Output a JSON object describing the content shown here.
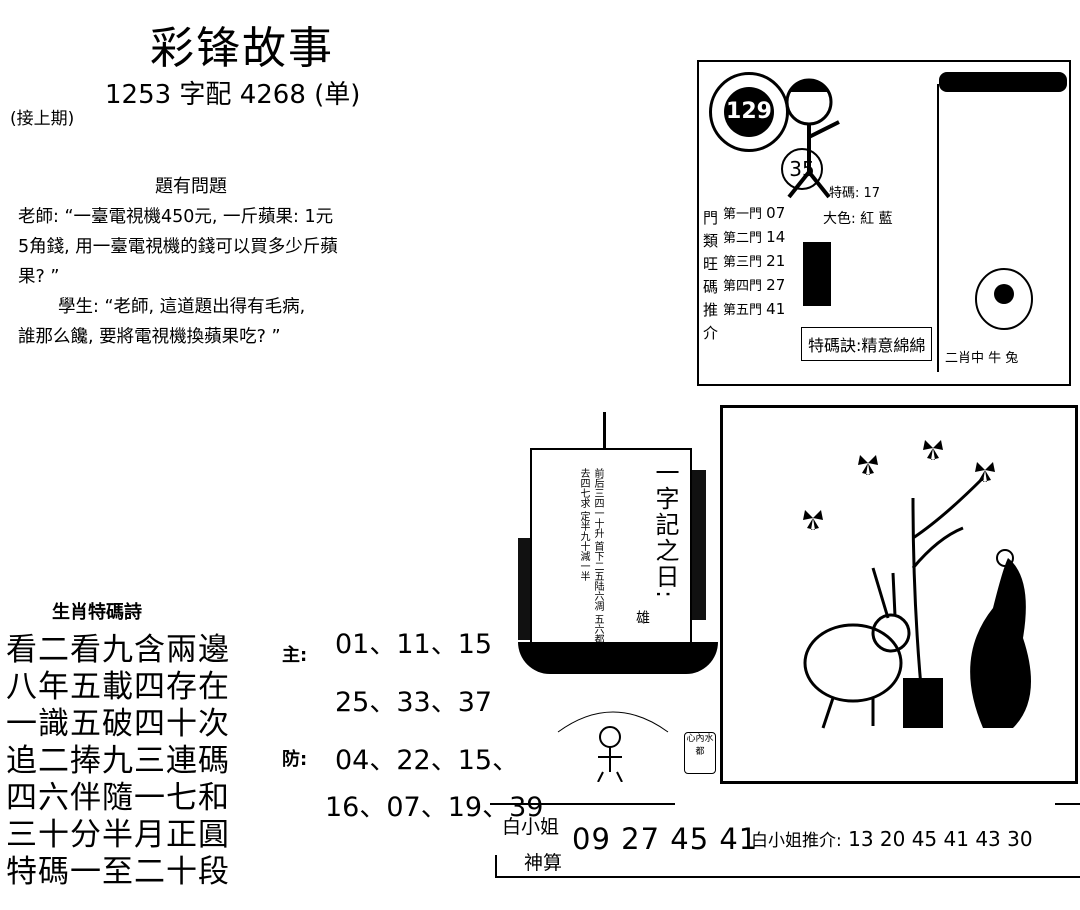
{
  "header": {
    "title": "彩锋故事",
    "issue_line": "1253 字配 4268 (单)",
    "continued": "(接上期)"
  },
  "story": {
    "heading": "題有問題",
    "lines": [
      "老師: “一臺電視機450元, 一斤蘋果: 1元",
      "5角錢, 用一臺電視機的錢可以買多少斤蘋",
      "果? ”",
      "學生: “老師, 這道題出得有毛病,",
      "誰那么饞, 要將電視機換蘋果吃? ”"
    ]
  },
  "clip": {
    "logo_number": "129",
    "badge": "35",
    "special_line": "特碼: 17",
    "color_label": "大色: 紅 藍",
    "side_label": "門類旺碼推介",
    "rows": [
      {
        "label": "第一門",
        "value": "07"
      },
      {
        "label": "第二門",
        "value": "14"
      },
      {
        "label": "第三門",
        "value": "21"
      },
      {
        "label": "第四門",
        "value": "27"
      },
      {
        "label": "第五門",
        "value": "41"
      }
    ],
    "tejing": "特碼訣:精意綿綿",
    "zodiac_line": "二肖中 牛 兔"
  },
  "ship": {
    "title": "一字記之日:",
    "verse": "前后三四一十升 首下二五陆六凋 五六都去四七求 定半九十減一半",
    "word": "雄"
  },
  "stamp": {
    "box_text": "心內水都"
  },
  "poem": {
    "heading": "生肖特碼詩",
    "lines": [
      "看二看九含兩邊",
      "八年五載四存在",
      "一識五破四十次",
      "追二捧九三連碼",
      "四六伴隨一七和",
      "三十分半月正圓",
      "特碼一至二十段"
    ],
    "main_label": "主:",
    "main_line1": "01、11、15",
    "main_line2": "25、33、37",
    "def_label": "防:",
    "def_line1": "04、22、15、",
    "def_line2": "16、07、19、39"
  },
  "bottom": {
    "label1": "白小姐",
    "label2": "神算",
    "numbers": "09 27 45 41",
    "rec_label": "白小姐推介:",
    "rec_numbers": "13 20 45 41 43 30"
  }
}
